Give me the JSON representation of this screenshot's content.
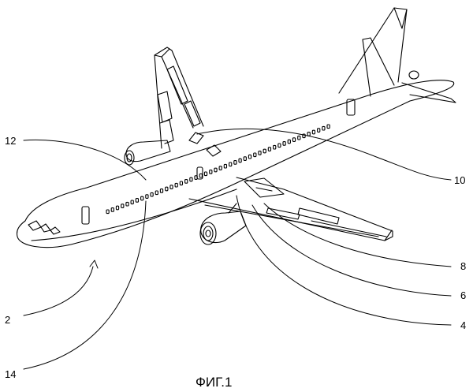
{
  "figure": {
    "caption": "ФИГ.1",
    "reference_numerals": {
      "aircraft": "2",
      "wing_part_a": "4",
      "wing_part_b": "6",
      "wing_part_c": "8",
      "upper_marker": "10",
      "fuselage": "12",
      "lower_fuselage": "14"
    }
  }
}
